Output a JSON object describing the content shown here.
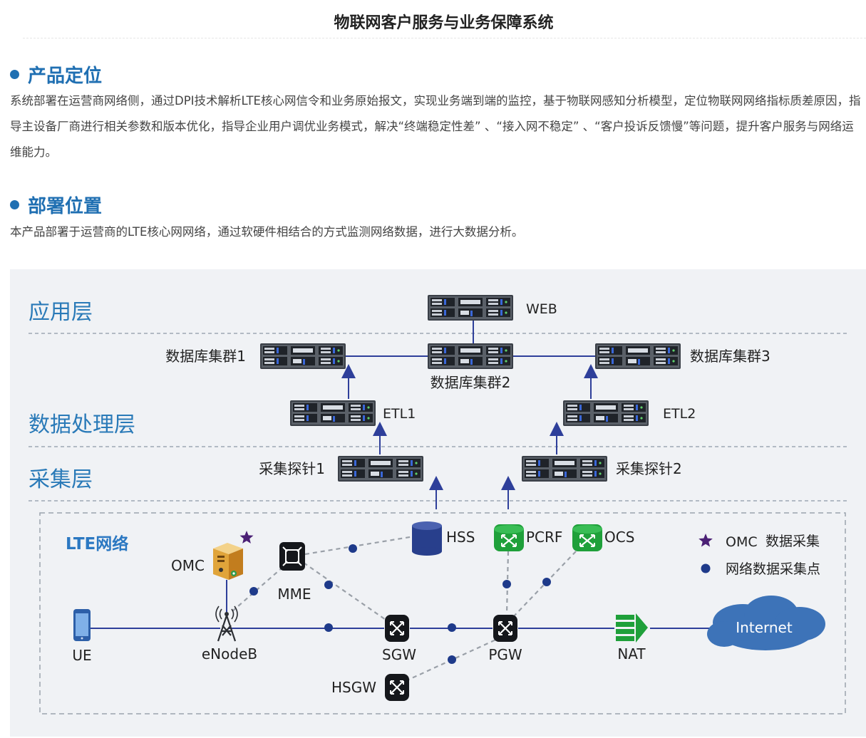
{
  "page": {
    "title": "物联网客户服务与业务保障系统"
  },
  "sections": [
    {
      "heading": "产品定位",
      "body": "系统部署在运营商网络侧，通过DPI技术解析LTE核心网信令和业务原始报文，实现业务端到端的监控，基于物联网感知分析模型，定位物联网网络指标质差原因，指导主设备厂商进行相关参数和版本优化，指导企业用户调优业务模式，解决“终端稳定性差” 、“接入网不稳定” 、“客户投诉反馈慢”等问题，提升客户服务与网络运维能力。"
    },
    {
      "heading": "部署位置",
      "body": "本产品部署于运营商的LTE核心网网络，通过软硬件相结合的方式监测网络数据，进行大数据分析。"
    }
  ],
  "diagram": {
    "layers": {
      "application": "应用层",
      "processing": "数据处理层",
      "collection": "采集层"
    },
    "servers": {
      "web": "WEB",
      "db1": "数据库集群1",
      "db2": "数据库集群2",
      "db3": "数据库集群3",
      "etl1": "ETL1",
      "etl2": "ETL2",
      "probe1": "采集探针1",
      "probe2": "采集探针2"
    },
    "lte": {
      "title": "LTE网络",
      "nodes": {
        "ue": "UE",
        "enodeb": "eNodeB",
        "omc": "OMC",
        "mme": "MME",
        "hss": "HSS",
        "pcrf": "PCRF",
        "ocs": "OCS",
        "sgw": "SGW",
        "pgw": "PGW",
        "hsgw": "HSGW",
        "nat": "NAT",
        "internet": "Internet"
      },
      "legend": {
        "omc_label": "OMC",
        "omc_desc": "数据采集",
        "point_desc": "网络数据采集点"
      }
    },
    "colors": {
      "accent": "#1f6fb2",
      "layer_text": "#2a7ab8",
      "lte_title": "#2b78c2",
      "line": "#2e3f9a",
      "point": "#1e3a8a",
      "star": "#4b2075",
      "green": "#1fa03a",
      "cloud": "#3d73b8",
      "hss": "#283f8c"
    }
  }
}
